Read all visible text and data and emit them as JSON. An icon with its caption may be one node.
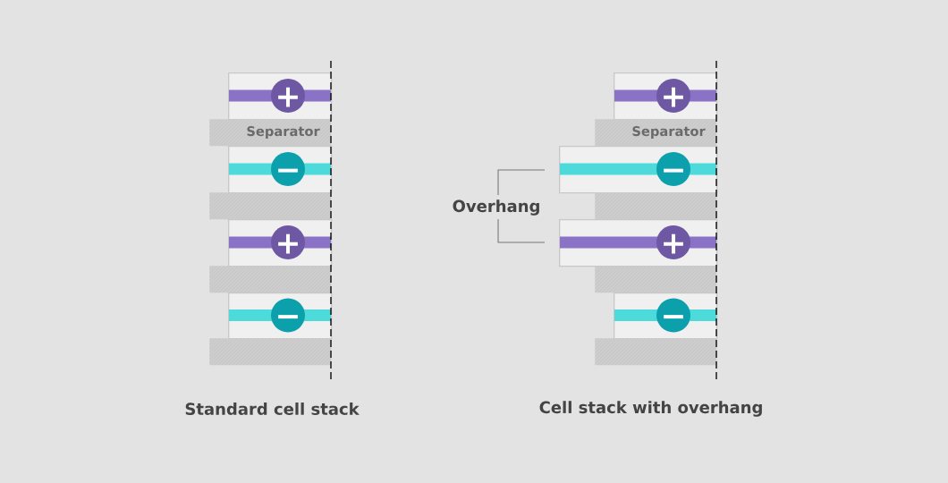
{
  "diagram": {
    "nodes": [
      {
        "text": [
          "+"
        ]
      },
      {
        "text": [
          "Separator"
        ]
      },
      {
        "text": [
          "−"
        ]
      },
      {
        "text": [],
        "shape": "box"
      },
      {
        "text": [
          "+"
        ]
      },
      {
        "text": [],
        "shape": "box"
      },
      {
        "text": [
          "−"
        ]
      },
      {
        "text": [],
        "shape": "box"
      },
      {
        "text": [
          "+"
        ]
      },
      {
        "text": [
          "Separator"
        ]
      },
      {
        "text": [
          "−"
        ]
      },
      {
        "text": [],
        "shape": "box"
      },
      {
        "text": [
          "+"
        ]
      },
      {
        "text": [],
        "shape": "box"
      },
      {
        "text": [
          "−"
        ]
      },
      {
        "text": [],
        "shape": "box"
      }
    ],
    "labels": [
      "Overhang",
      "Standard cell stack",
      "Cell stack with overhang"
    ]
  }
}
